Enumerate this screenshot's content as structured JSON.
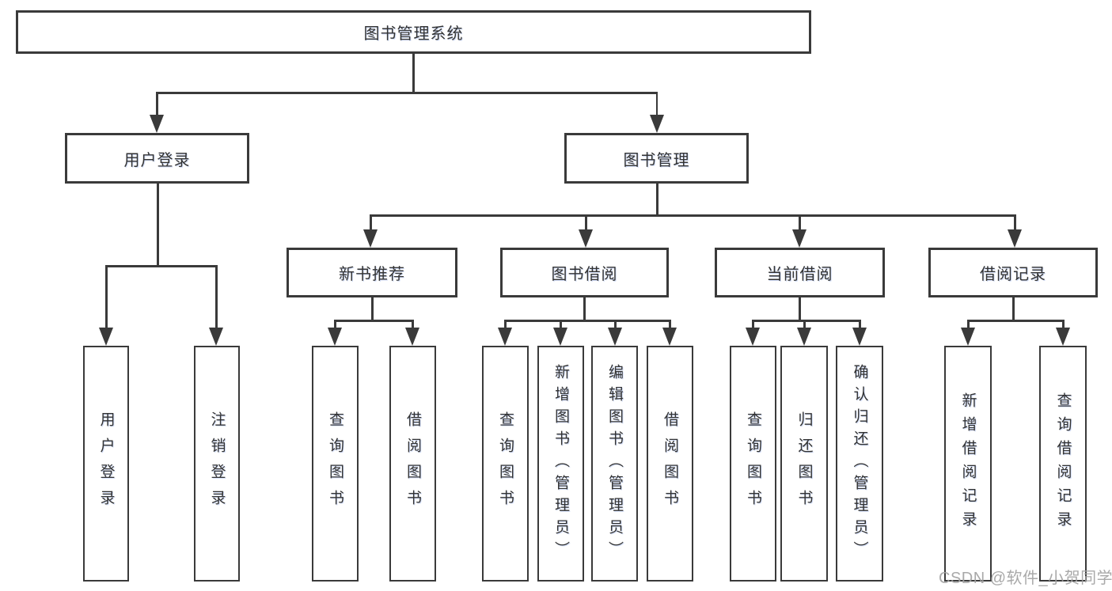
{
  "diagram": {
    "title": "图书管理系统",
    "branches": {
      "user_login": {
        "label": "用户登录",
        "leaves": [
          "用户登录",
          "注销登录"
        ]
      },
      "book_mgmt": {
        "label": "图书管理",
        "groups": [
          {
            "label": "新书推荐",
            "leaves": [
              "查询图书",
              "借阅图书"
            ]
          },
          {
            "label": "图书借阅",
            "leaves": [
              "查询图书",
              "新增图书（管理员）",
              "编辑图书（管理员）",
              "借阅图书"
            ]
          },
          {
            "label": "当前借阅",
            "leaves": [
              "查询图书",
              "归还图书",
              "确认归还（管理员）"
            ]
          },
          {
            "label": "借阅记录",
            "leaves": [
              "新增借阅记录",
              "查询借阅记录"
            ]
          }
        ]
      }
    }
  },
  "watermark": "CSDN @软件_小贺同学",
  "colors": {
    "line": "#3a3a3a",
    "text": "#333333",
    "background": "#ffffff",
    "watermark": "#a2a2a2"
  }
}
